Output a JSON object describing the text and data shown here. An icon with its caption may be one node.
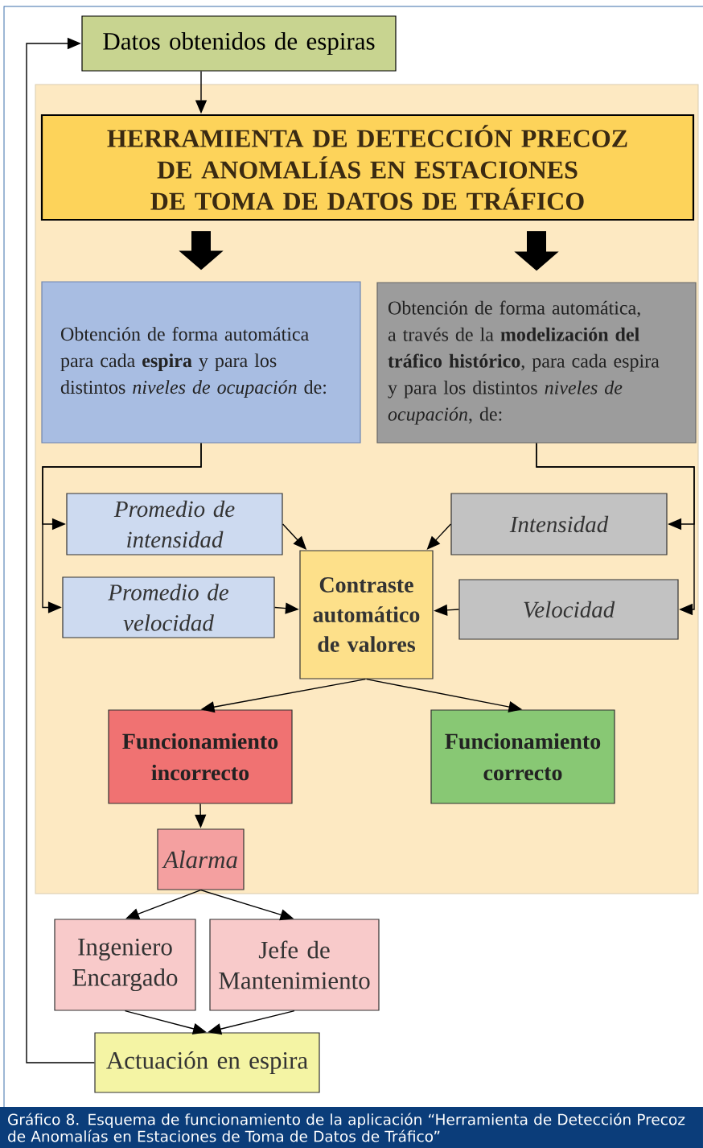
{
  "diagram": {
    "caption": "Gráfico 8. Esquema de funcionamiento de la aplicación  “Herramienta de Detección Precoz de Anomalías en Estaciones de Toma de Datos de Tráfico”",
    "nodes": [
      {
        "text": [
          "Datos obtenidos de espiras"
        ]
      },
      {
        "text": [],
        "shape": "box"
      },
      {
        "text": [
          "HERRAMIENTA DE DETECCIÓN PRECOZ DE ANOMALÍAS EN ESTACIONES DE TOMA DE DATOS DE TRÁFICO"
        ],
        "in": 1
      },
      {
        "text": [
          "Obtención de forma automática para cada **espira** y para los distintos *niveles de ocupación* de:"
        ],
        "in": 1
      },
      {
        "text": [
          "Obtención de forma automática, a través de la **modelización del tráfico histórico**, para cada espira y para los distintos *niveles de ocupación*, de:"
        ],
        "in": 1
      },
      {
        "text": [
          "Promedio de intensidad"
        ],
        "in": 1
      },
      {
        "text": [
          "Promedio de velocidad"
        ],
        "in": 1
      },
      {
        "text": [
          "Intensidad"
        ],
        "in": 1
      },
      {
        "text": [
          "Velocidad"
        ],
        "in": 1
      },
      {
        "text": [
          "Contraste automático de valores"
        ],
        "in": 1
      },
      {
        "text": [
          "Funcionamiento incorrecto"
        ],
        "in": 1
      },
      {
        "text": [
          "Funcionamiento correcto"
        ],
        "in": 1
      },
      {
        "text": [
          "Alarma"
        ],
        "in": 1
      },
      {
        "text": [
          "Ingeniero Encargado"
        ]
      },
      {
        "text": [
          "Jefe de Mantenimiento"
        ]
      },
      {
        "text": [
          "Actuación en espira"
        ]
      }
    ],
    "edges": [
      {
        "from": 0,
        "to": 2,
        "arrow": "to"
      },
      {
        "from": 2,
        "to": 3,
        "arrow": "to",
        "style": "thick"
      },
      {
        "from": 2,
        "to": 4,
        "arrow": "to",
        "style": "thick"
      },
      {
        "from": 3,
        "to": 5,
        "arrow": "to"
      },
      {
        "from": 3,
        "to": 6,
        "arrow": "to"
      },
      {
        "from": 4,
        "to": 7,
        "arrow": "to"
      },
      {
        "from": 4,
        "to": 8,
        "arrow": "to"
      },
      {
        "from": 5,
        "to": 9,
        "arrow": "to"
      },
      {
        "from": 6,
        "to": 9,
        "arrow": "to"
      },
      {
        "from": 7,
        "to": 9,
        "arrow": "to"
      },
      {
        "from": 8,
        "to": 9,
        "arrow": "to"
      },
      {
        "from": 9,
        "to": 10,
        "arrow": "to"
      },
      {
        "from": 9,
        "to": 11,
        "arrow": "to"
      },
      {
        "from": 10,
        "to": 12,
        "arrow": "to"
      },
      {
        "from": 12,
        "to": 13,
        "arrow": "to"
      },
      {
        "from": 12,
        "to": 14,
        "arrow": "to"
      },
      {
        "from": 13,
        "to": 15,
        "arrow": "to"
      },
      {
        "from": 14,
        "to": 15,
        "arrow": "to"
      },
      {
        "from": 15,
        "to": 0,
        "arrow": "to"
      }
    ]
  }
}
